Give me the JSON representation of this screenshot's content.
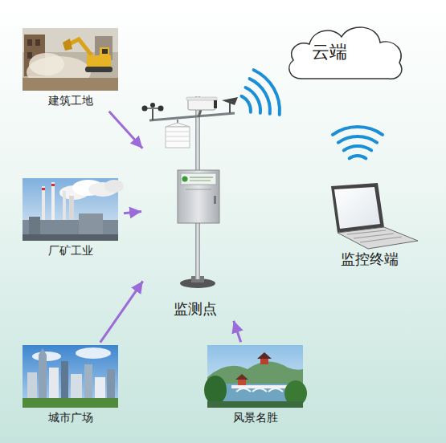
{
  "diagram": {
    "nodes": [
      {
        "text": [
          "建筑工地"
        ]
      },
      {
        "text": [
          "云端"
        ]
      },
      {
        "text": [
          "厂矿工业"
        ]
      },
      {
        "text": [
          "监控终端"
        ]
      },
      {
        "text": [
          "监测点"
        ]
      },
      {
        "text": [
          "城市广场"
        ]
      },
      {
        "text": [
          "风景名胜"
        ]
      }
    ],
    "edges": [
      {
        "from": 0,
        "to": 4,
        "arrow": "to"
      },
      {
        "from": 2,
        "to": 4,
        "arrow": "to"
      },
      {
        "from": 5,
        "to": 4,
        "arrow": "to"
      },
      {
        "from": 6,
        "to": 4,
        "arrow": "to"
      }
    ]
  }
}
